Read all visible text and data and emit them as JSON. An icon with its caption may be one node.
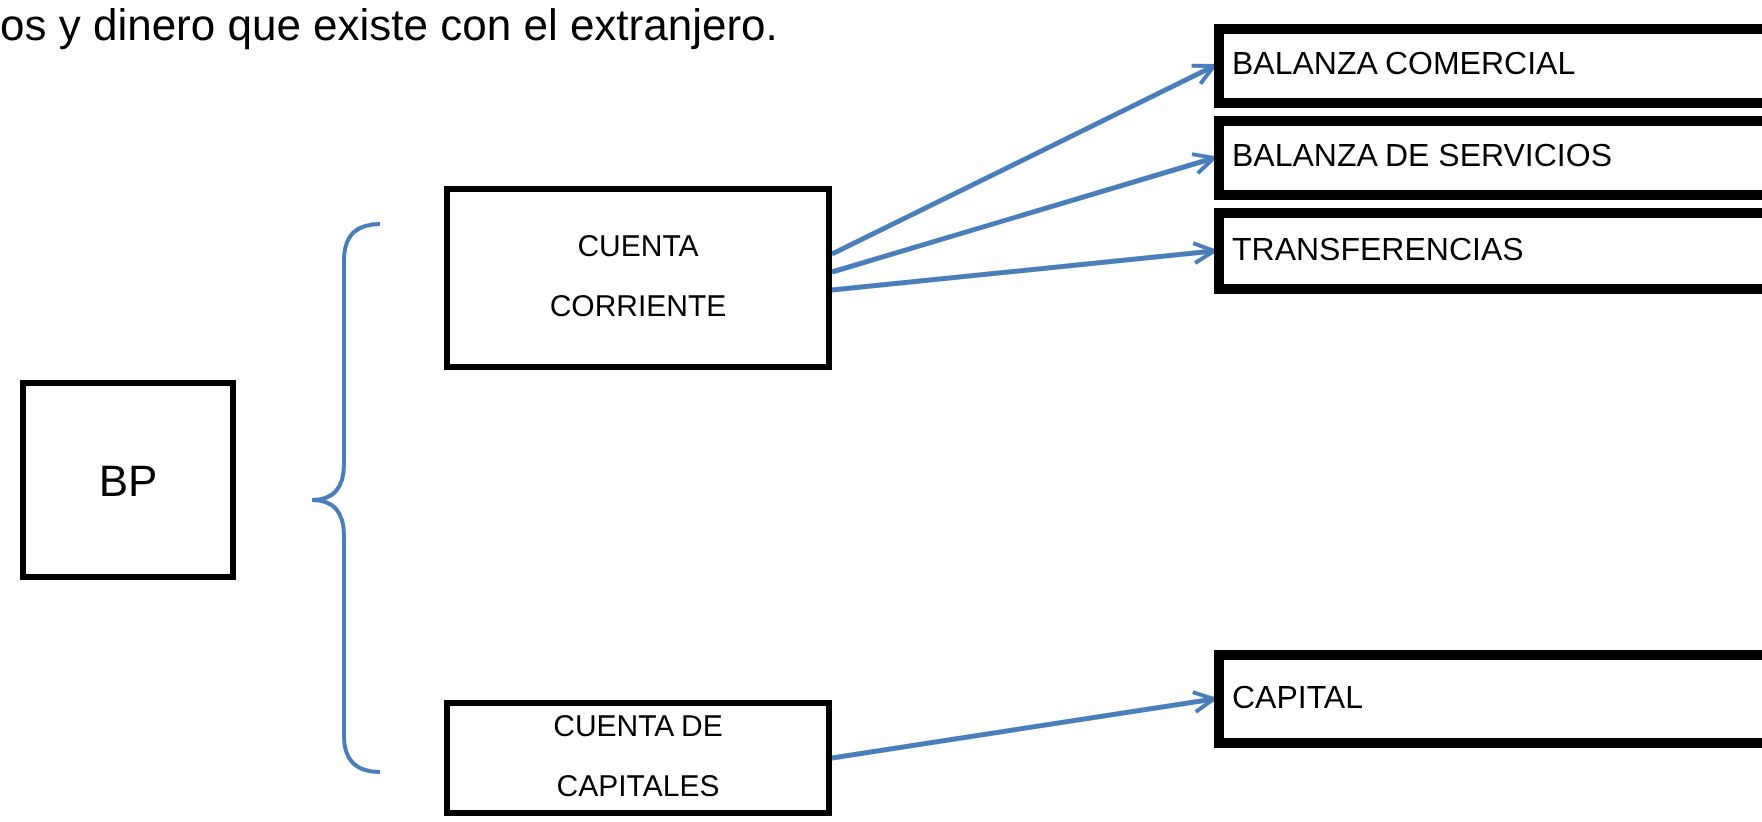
{
  "diagram": {
    "nodes": [
      {
        "text": [
          "BP"
        ]
      },
      {
        "text": [
          "CUENTA CORRIENTE"
        ]
      },
      {
        "text": [
          "CUENTA DE CAPITALES"
        ]
      },
      {
        "text": [
          "BALANZA COMERCIAL"
        ]
      },
      {
        "text": [
          "BALANZA DE SERVICIOS"
        ]
      },
      {
        "text": [
          "TRANSFERENCIAS"
        ]
      },
      {
        "text": [
          "CAPITAL"
        ]
      }
    ],
    "edges": [
      {
        "from": 1,
        "to": 3,
        "arrow": "to"
      },
      {
        "from": 1,
        "to": 4,
        "arrow": "to"
      },
      {
        "from": 1,
        "to": 5,
        "arrow": "to"
      },
      {
        "from": 2,
        "to": 6,
        "arrow": "to"
      }
    ],
    "labels": [
      "os y dinero que existe con el extranjero."
    ]
  }
}
